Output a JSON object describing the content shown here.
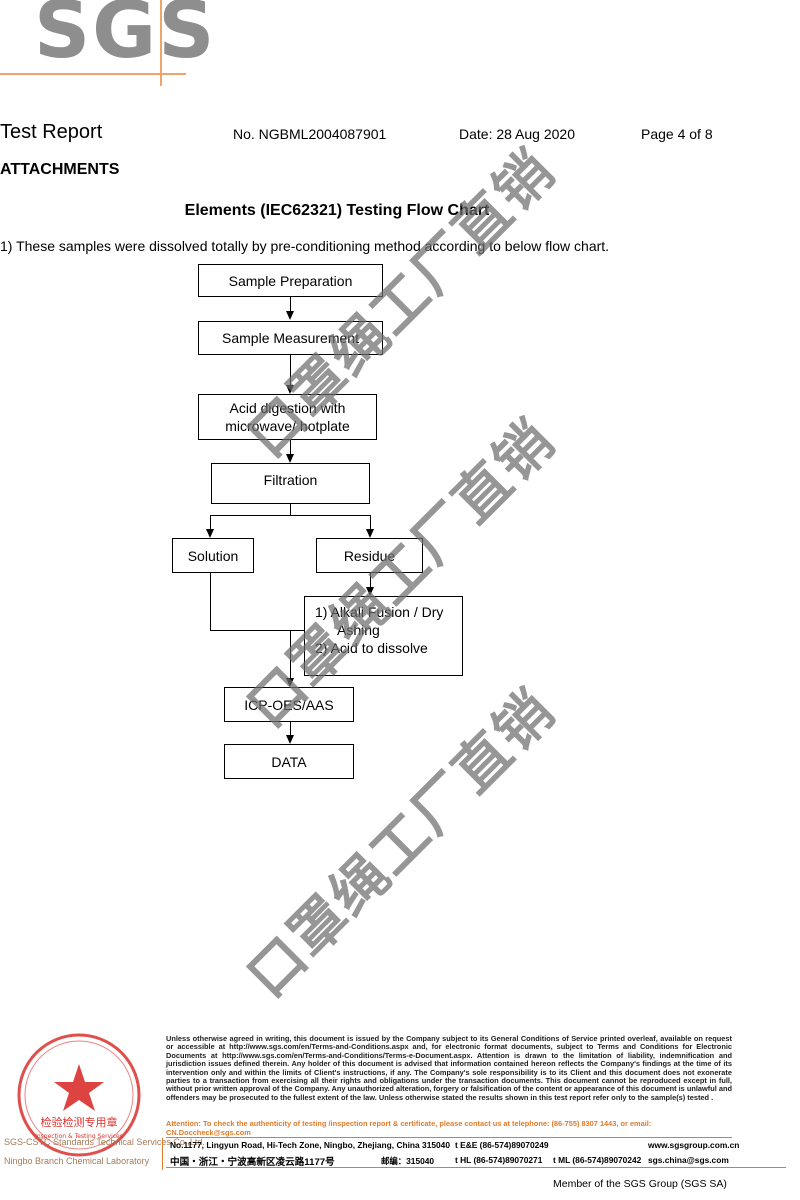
{
  "logo": {
    "text": "SGS"
  },
  "header": {
    "title": "Test Report",
    "report_no": "No. NGBML2004087901",
    "date": "Date: 28 Aug 2020",
    "page": "Page 4 of 8"
  },
  "section": "ATTACHMENTS",
  "chart_title": "Elements (IEC62321) Testing Flow Chart",
  "intro": "1) These samples were dissolved totally by pre-conditioning method according to below flow chart.",
  "flow": {
    "sample_preparation": "Sample Preparation",
    "sample_measurement": "Sample Measurement",
    "acid_digestion_line1": "Acid digestion with",
    "acid_digestion_line2": "microwave/ hotplate",
    "filtration": "Filtration",
    "solution": "Solution",
    "residue": "Residue",
    "alkali_line1": "1) Alkali Fusion / Dry",
    "alkali_line2": "Ashing",
    "alkali_line3": "2) Acid to dissolve",
    "icp": "ICP-OES/AAS",
    "data": "DATA"
  },
  "watermark": "口罩绳工厂直销",
  "seal": {
    "center": "检验检测专用章",
    "sub": "Inspection & Testing Services",
    "company1": "SGS-CSTC Standards Technical Services Co.,Ltd.",
    "company2": "Ningbo Branch Chemical Laboratory"
  },
  "legal": {
    "text": "Unless otherwise agreed in writing, this document is issued by the Company subject to its General Conditions of Service printed overleaf, available on request or accessible at http://www.sgs.com/en/Terms-and-Conditions.aspx and, for electronic format documents, subject to Terms and Conditions for Electronic Documents at http://www.sgs.com/en/Terms-and-Conditions/Terms-e-Document.aspx. Attention is drawn to the limitation of liability, indemnification and jurisdiction issues defined therein. Any holder of this document is advised that information contained hereon reflects the Company's findings at the time of its intervention only and within the limits of Client's instructions, if any. The Company's sole responsibility is to its Client and this document does not exonerate parties to a transaction from exercising all their rights and obligations under the transaction documents. This document cannot be reproduced except in full, without prior written approval of the Company. Any unauthorized alteration, forgery or falsification of the content or appearance of this document is unlawful and offenders may be prosecuted to the fullest extent of the law. Unless otherwise stated the results shown in this test report refer only to the sample(s) tested .",
    "attention": "Attention: To check the authenticity of testing /inspection report & certificate, please contact us at telephone: (86-755) 8307 1443, or email: CN.Doccheck@sgs.com"
  },
  "footer": {
    "address_en": "No.1177, Lingyun Road, Hi-Tech Zone, Ningbo, Zhejiang, China 315040",
    "tel_en": "t E&E (86-574)89070249",
    "web": "www.sgsgroup.com.cn",
    "address_cn": "中国・浙江・宁波高新区凌云路1177号",
    "postcode_cn": "邮编：315040",
    "tel_cn": "t HL (86-574)89070271",
    "fax_cn": "t ML (86-574)89070242",
    "email": "sgs.china@sgs.com",
    "member": "Member of the SGS Group (SGS SA)"
  },
  "colors": {
    "logo_grey": "#8e8e8e",
    "accent_orange": "#e07b2a",
    "seal_red": "#d9302c"
  }
}
